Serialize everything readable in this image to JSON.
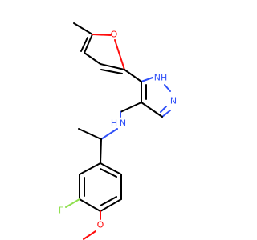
{
  "molecule": {
    "atoms": {
      "o_furan": "O",
      "nh": "NH",
      "n_pyrazole": "N",
      "n_amine": "N",
      "h_amine": "H",
      "f": "F",
      "o_methoxy": "O"
    },
    "colors": {
      "bond": "#000000",
      "oxygen": "#ff0d0d",
      "nitrogen": "#3050f8",
      "fluorine": "#90e050"
    }
  }
}
